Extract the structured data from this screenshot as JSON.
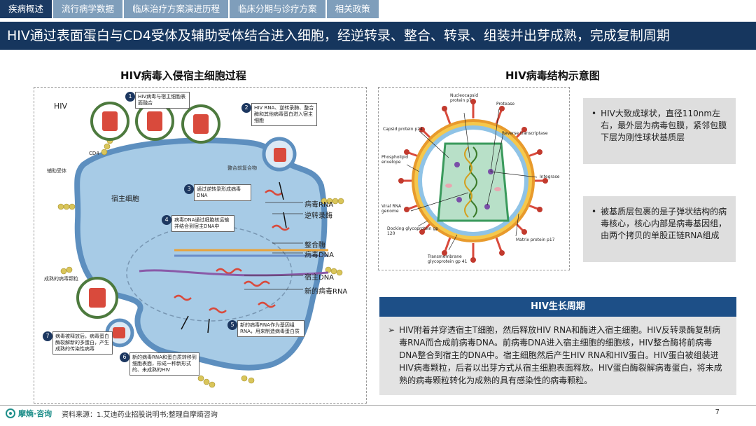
{
  "tabs": [
    {
      "label": "疾病概述",
      "active": true
    },
    {
      "label": "流行病学数据",
      "active": false
    },
    {
      "label": "临床治疗方案演进历程",
      "active": false
    },
    {
      "label": "临床分期与诊疗方案",
      "active": false
    },
    {
      "label": "相关政策",
      "active": false
    }
  ],
  "headline": "HIV通过表面蛋白与CD4受体及辅助受体结合进入细胞，经逆转录、整合、转录、组装并出芽成熟，完成复制周期",
  "left_section": {
    "title": "HIV病毒入侵宿主细胞过程",
    "labels": {
      "hiv": "HIV",
      "cd4": "CD4",
      "coreceptor": "辅助受体",
      "host_cell": "宿主细胞",
      "preintegration": "整合前复合物",
      "viral_rna": "病毒RNA",
      "reverse_transcriptase": "逆转录酶",
      "integrase": "整合酶",
      "viral_dna": "病毒DNA",
      "host_dna": "宿主DNA",
      "new_viral_rna": "新的病毒RNA",
      "mature_particle": "成熟的病毒颗粒"
    },
    "steps": [
      {
        "num": "1",
        "text": "HIV病毒与宿主细胞表面融合"
      },
      {
        "num": "2",
        "text": "HIV RNA、逆转录酶、整合酶和其他病毒蛋白进入宿主细胞"
      },
      {
        "num": "3",
        "text": "通过逆转录形成病毒DNA"
      },
      {
        "num": "4",
        "text": "病毒DNA通过细胞核运输并结合到宿主DNA中"
      },
      {
        "num": "5",
        "text": "新的病毒RNA作为基因组RNA，用来制造病毒蛋白质"
      },
      {
        "num": "6",
        "text": "新的病毒RNA和蛋白质转移到细胞表面，形成一种新形式的、未成熟的HIV"
      },
      {
        "num": "7",
        "text": "病毒被释放后，病毒蛋白酶裂解新的多蛋白，产生成熟的传染性病毒"
      }
    ]
  },
  "right_section": {
    "title": "HIV病毒结构示意图",
    "structure_labels": {
      "nucleocapsid": "Nucleocapsid protein p7",
      "protease": "Protease",
      "capsid": "Capsid protein p24",
      "reverse_transcriptase": "Reverse transcriptase",
      "phospholipid": "Phospholipid envelope",
      "integrase": "Integrase",
      "viral_rna": "Viral RNA genome",
      "docking": "Docking glycoprotein gp 120",
      "matrix": "Matrix protein p17",
      "transmembrane": "Transmembrane glycoprotein gp 41"
    },
    "info": [
      "HIV大致成球状，直径110nm左右，最外层为病毒包膜，紧邻包膜下层为刚性球状基质层",
      "被基质层包裹的是子弹状结构的病毒核心，核心内部是病毒基因组，由两个拷贝的单股正链RNA组成"
    ]
  },
  "life_cycle": {
    "title": "HIV生长周期",
    "text": "HIV附着并穿透宿主T细胞，然后释放HIV RNA和酶进入宿主细胞。HIV反转录酶复制病毒RNA而合成前病毒DNA。前病毒DNA进入宿主细胞的细胞核，HIV整合酶将前病毒DNA整合到宿主的DNA中。宿主细胞然后产生HIV RNA和HIV蛋白。HIV蛋白被组装进HIV病毒颗粒，后者以出芽方式从宿主细胞表面释放。HIV蛋白酶裂解病毒蛋白，将未成熟的病毒颗粒转化为成熟的具有感染性的病毒颗粒。"
  },
  "footer": {
    "logo": "摩熵·咨询",
    "source": "资料来源：1.艾迪药业招股说明书;整理自摩熵咨询",
    "page": "7"
  },
  "colors": {
    "tab_active": "#1b3a63",
    "tab_inactive": "#7f9ebb",
    "title_bar": "#16365e",
    "cycle_header": "#1d4f87",
    "info_bg": "#dedede",
    "cell_fill": "#a7cbe6",
    "virus_red": "#d94a3c"
  }
}
